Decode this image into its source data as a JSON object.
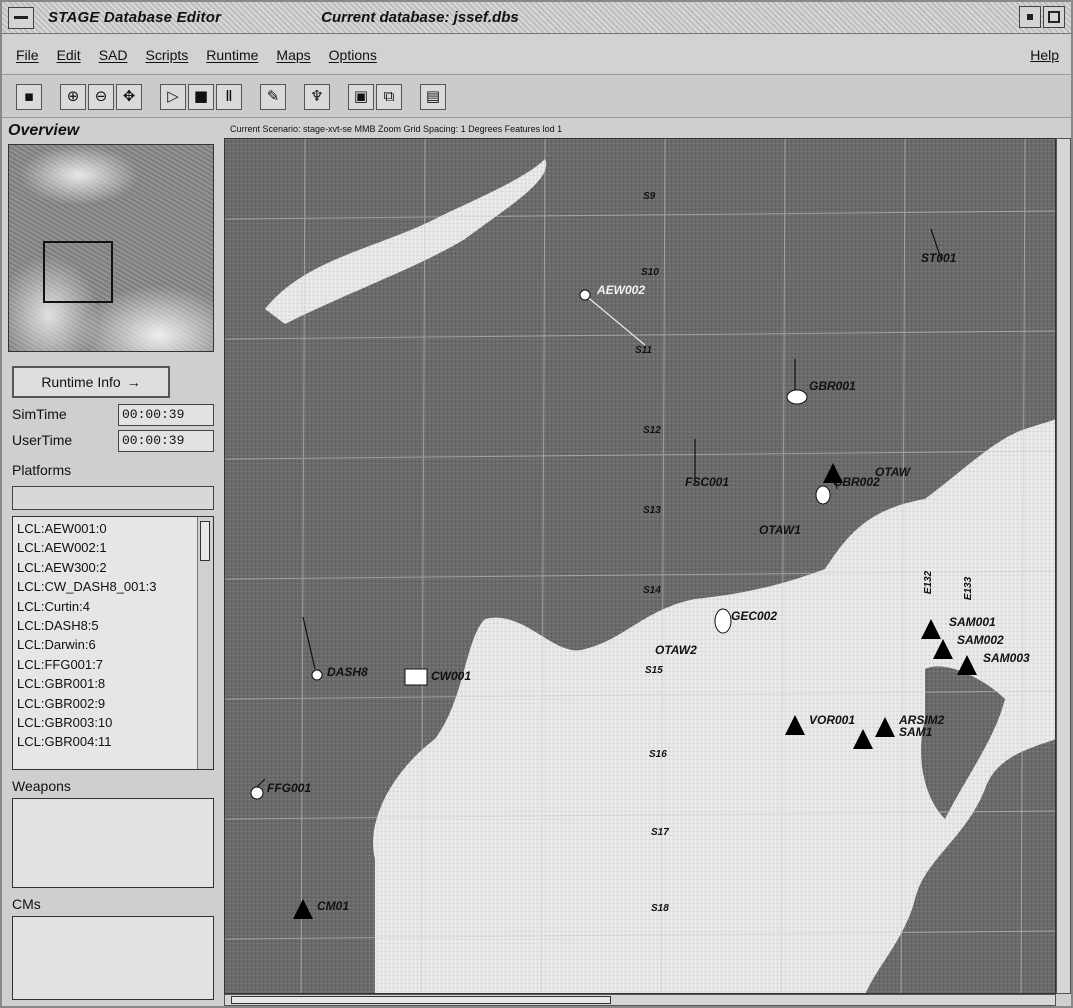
{
  "window": {
    "app_title": "STAGE Database Editor",
    "db_title": "Current database: jssef.dbs"
  },
  "menubar": {
    "items": [
      "File",
      "Edit",
      "SAD",
      "Scripts",
      "Runtime",
      "Maps",
      "Options"
    ],
    "help": "Help"
  },
  "toolbar": {
    "buttons": [
      {
        "name": "pointer-tool",
        "glyph": "▪"
      },
      {
        "name": "zoom-in-tool",
        "glyph": "⊕"
      },
      {
        "name": "zoom-out-tool",
        "glyph": "⊖"
      },
      {
        "name": "pan-tool",
        "glyph": "✥"
      },
      {
        "name": "play-tool",
        "glyph": "▷"
      },
      {
        "name": "stop-tool",
        "glyph": "■"
      },
      {
        "name": "pause-tool",
        "glyph": "Ⅱ"
      },
      {
        "name": "edit-tool",
        "glyph": "✎"
      },
      {
        "name": "probe-tool",
        "glyph": "♆"
      },
      {
        "name": "camera-tool",
        "glyph": "▣"
      },
      {
        "name": "chart-tool",
        "glyph": "⧉"
      },
      {
        "name": "save-tool",
        "glyph": "▤"
      }
    ]
  },
  "left": {
    "overview_title": "Overview",
    "runtime_button": "Runtime Info",
    "runtime_arrow": "→",
    "simtime_label": "SimTime",
    "simtime_value": "00:00:39",
    "usertime_label": "UserTime",
    "usertime_value": "00:00:39",
    "platforms_label": "Platforms",
    "platforms": [
      "LCL:AEW001:0",
      "LCL:AEW002:1",
      "LCL:AEW300:2",
      "LCL:CW_DASH8_001:3",
      "LCL:Curtin:4",
      "LCL:DASH8:5",
      "LCL:Darwin:6",
      "LCL:FFG001:7",
      "LCL:GBR001:8",
      "LCL:GBR002:9",
      "LCL:GBR003:10",
      "LCL:GBR004:11"
    ],
    "weapons_label": "Weapons",
    "cms_label": "CMs"
  },
  "map": {
    "scenario_line": "Current Scenario: stage-xvt-se    MMB Zoom  Grid Spacing: 1 Degrees    Features lod 1",
    "labels": {
      "s9": "S9",
      "s10": "S10",
      "s11": "S11",
      "s12": "S12",
      "s13": "S13",
      "s14": "S14",
      "s15": "S15",
      "s16": "S16",
      "s17": "S17",
      "s18": "S18",
      "e132": "E132",
      "e133": "E133"
    },
    "platforms": {
      "st001": "ST001",
      "aew002": "AEW002",
      "gbr001": "GBR001",
      "fsc001": "FSC001",
      "gbr002": "GBR002",
      "otaw": "OTAW",
      "otaw1": "OTAW1",
      "gec002": "GEC002",
      "otaw2": "OTAW2",
      "dash8": "DASH8",
      "cw001": "CW001",
      "ffg001": "FFG001",
      "vor001": "VOR001",
      "radar2": "ARSIM2",
      "sam1": "SAM1",
      "sam001": "SAM001",
      "sam002": "SAM002",
      "sam003": "SAM003",
      "cm001": "CM01"
    }
  }
}
